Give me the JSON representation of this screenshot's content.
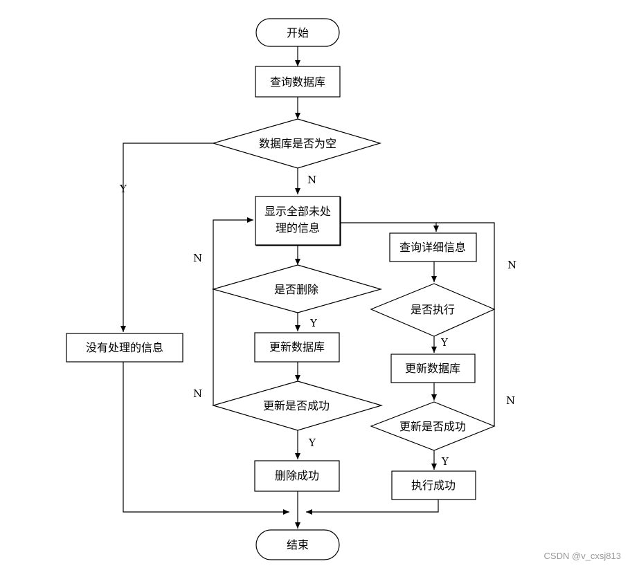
{
  "nodes": {
    "start": "开始",
    "query_db": "查询数据库",
    "db_empty": "数据库是否为空",
    "show_line1": "显示全部未处",
    "show_line2": "理的信息",
    "no_info": "没有处理的信息",
    "is_delete": "是否删除",
    "update_db_left": "更新数据库",
    "update_ok_left": "更新是否成功",
    "delete_ok": "删除成功",
    "query_detail": "查询详细信息",
    "is_execute": "是否执行",
    "update_db_right": "更新数据库",
    "update_ok_right": "更新是否成功",
    "execute_ok": "执行成功",
    "end": "结束"
  },
  "labels": {
    "y": "Y",
    "n": "N"
  },
  "watermark": "CSDN @v_cxsj813"
}
